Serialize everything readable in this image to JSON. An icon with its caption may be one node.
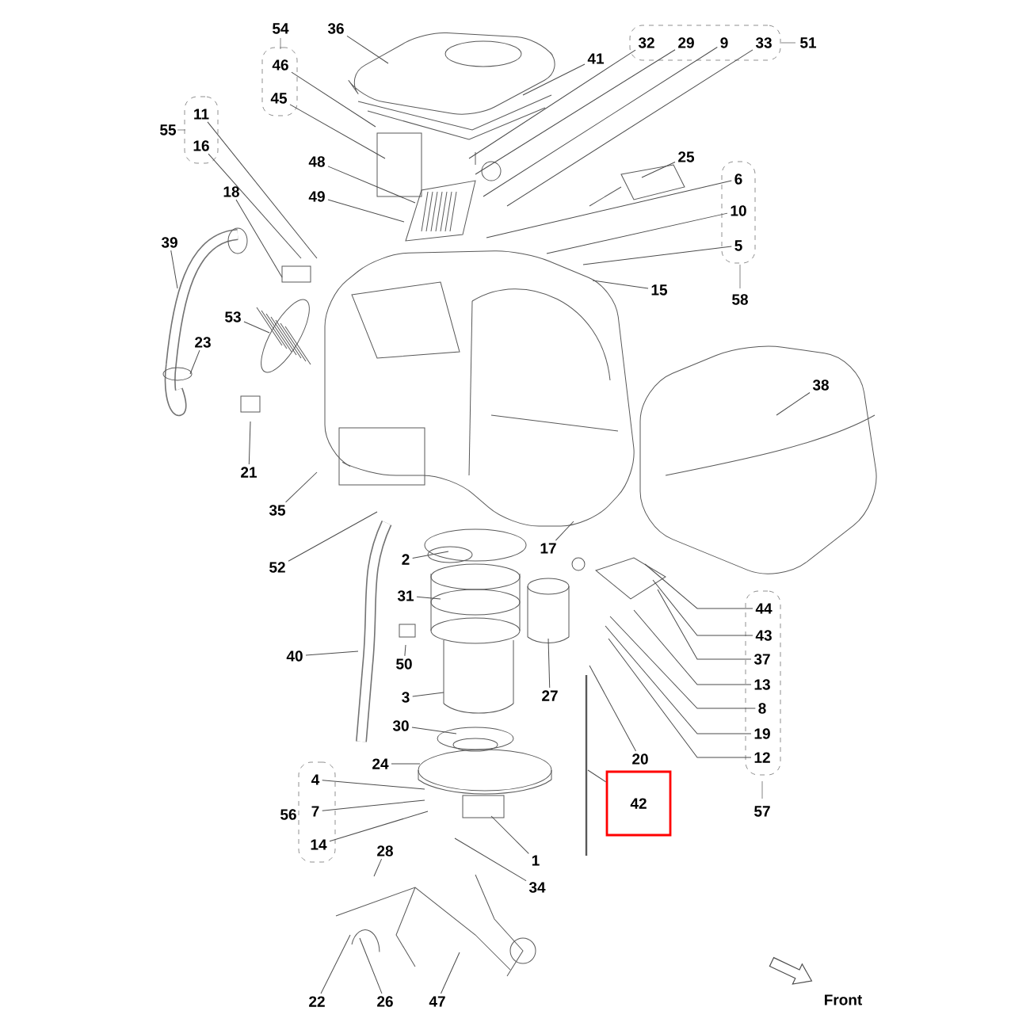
{
  "diagram": {
    "nodes": [
      {
        "text": [
          "54"
        ]
      },
      {
        "text": [
          "46"
        ],
        "in": 0
      },
      {
        "text": [
          "45"
        ],
        "in": 0
      },
      {
        "text": [
          "36"
        ]
      },
      {
        "text": [
          "51"
        ]
      },
      {
        "text": [
          "32"
        ],
        "in": 4
      },
      {
        "text": [
          "29"
        ],
        "in": 4
      },
      {
        "text": [
          "9"
        ],
        "in": 4
      },
      {
        "text": [
          "33"
        ],
        "in": 4
      },
      {
        "text": [
          "41"
        ]
      },
      {
        "text": [
          "55"
        ]
      },
      {
        "text": [
          "11"
        ],
        "in": 10
      },
      {
        "text": [
          "16"
        ],
        "in": 10
      },
      {
        "text": [
          "48"
        ]
      },
      {
        "text": [
          "25"
        ]
      },
      {
        "text": [
          "58"
        ]
      },
      {
        "text": [
          "6"
        ],
        "in": 15
      },
      {
        "text": [
          "10"
        ],
        "in": 15
      },
      {
        "text": [
          "5"
        ],
        "in": 15
      },
      {
        "text": [
          "49"
        ]
      },
      {
        "text": [
          "18"
        ]
      },
      {
        "text": [
          "39"
        ]
      },
      {
        "text": [
          "15"
        ]
      },
      {
        "text": [
          "53"
        ]
      },
      {
        "text": [
          "23"
        ]
      },
      {
        "text": [
          "38"
        ]
      },
      {
        "text": [
          "21"
        ]
      },
      {
        "text": [
          "35"
        ]
      },
      {
        "text": [
          "2"
        ]
      },
      {
        "text": [
          "17"
        ]
      },
      {
        "text": [
          "52"
        ]
      },
      {
        "text": [
          "31"
        ]
      },
      {
        "text": [
          "57"
        ]
      },
      {
        "text": [
          "44"
        ],
        "in": 32
      },
      {
        "text": [
          "43"
        ],
        "in": 32
      },
      {
        "text": [
          "37"
        ],
        "in": 32
      },
      {
        "text": [
          "13"
        ],
        "in": 32
      },
      {
        "text": [
          "8"
        ],
        "in": 32
      },
      {
        "text": [
          "19"
        ],
        "in": 32
      },
      {
        "text": [
          "12"
        ],
        "in": 32
      },
      {
        "text": [
          "40"
        ]
      },
      {
        "text": [
          "50"
        ]
      },
      {
        "text": [
          "3"
        ]
      },
      {
        "text": [
          "27"
        ]
      },
      {
        "text": [
          "30"
        ]
      },
      {
        "text": [
          "24"
        ]
      },
      {
        "text": [
          "20"
        ]
      },
      {
        "text": [
          "42"
        ]
      },
      {
        "text": [
          "56"
        ]
      },
      {
        "text": [
          "4"
        ],
        "in": 48
      },
      {
        "text": [
          "7"
        ],
        "in": 48
      },
      {
        "text": [
          "14"
        ],
        "in": 48
      },
      {
        "text": [
          "1"
        ]
      },
      {
        "text": [
          "28"
        ]
      },
      {
        "text": [
          "34"
        ]
      },
      {
        "text": [
          "22"
        ]
      },
      {
        "text": [
          "26"
        ]
      },
      {
        "text": [
          "47"
        ]
      }
    ],
    "edges": [
      {
        "from": 1,
        "to": null,
        "arrow": "none"
      },
      {
        "from": 2,
        "to": null,
        "arrow": "none"
      },
      {
        "from": 3,
        "to": null,
        "arrow": "none"
      },
      {
        "from": 5,
        "to": null,
        "arrow": "none"
      },
      {
        "from": 6,
        "to": null,
        "arrow": "none"
      },
      {
        "from": 7,
        "to": null,
        "arrow": "none"
      },
      {
        "from": 8,
        "to": null,
        "arrow": "none"
      },
      {
        "from": 9,
        "to": null,
        "arrow": "none"
      },
      {
        "from": 11,
        "to": null,
        "arrow": "none"
      },
      {
        "from": 12,
        "to": null,
        "arrow": "none"
      },
      {
        "from": 13,
        "to": null,
        "arrow": "none"
      },
      {
        "from": 14,
        "to": null,
        "arrow": "none"
      },
      {
        "from": 16,
        "to": null,
        "arrow": "none"
      },
      {
        "from": 17,
        "to": null,
        "arrow": "none"
      },
      {
        "from": 18,
        "to": null,
        "arrow": "none"
      },
      {
        "from": 19,
        "to": null,
        "arrow": "none"
      },
      {
        "from": 20,
        "to": null,
        "arrow": "none"
      },
      {
        "from": 21,
        "to": null,
        "arrow": "none"
      },
      {
        "from": 22,
        "to": null,
        "arrow": "none"
      },
      {
        "from": 23,
        "to": null,
        "arrow": "none"
      },
      {
        "from": 24,
        "to": null,
        "arrow": "none"
      },
      {
        "from": 25,
        "to": null,
        "arrow": "none"
      },
      {
        "from": 26,
        "to": null,
        "arrow": "none"
      },
      {
        "from": 27,
        "to": null,
        "arrow": "none"
      },
      {
        "from": 28,
        "to": null,
        "arrow": "none"
      },
      {
        "from": 29,
        "to": null,
        "arrow": "none"
      },
      {
        "from": 30,
        "to": null,
        "arrow": "none"
      },
      {
        "from": 31,
        "to": null,
        "arrow": "none"
      },
      {
        "from": 33,
        "to": null,
        "arrow": "none"
      },
      {
        "from": 34,
        "to": null,
        "arrow": "none"
      },
      {
        "from": 35,
        "to": null,
        "arrow": "none"
      },
      {
        "from": 36,
        "to": null,
        "arrow": "none"
      },
      {
        "from": 37,
        "to": null,
        "arrow": "none"
      },
      {
        "from": 38,
        "to": null,
        "arrow": "none"
      },
      {
        "from": 39,
        "to": null,
        "arrow": "none"
      },
      {
        "from": 40,
        "to": null,
        "arrow": "none"
      },
      {
        "from": 41,
        "to": null,
        "arrow": "none"
      },
      {
        "from": 42,
        "to": null,
        "arrow": "none"
      },
      {
        "from": 43,
        "to": null,
        "arrow": "none"
      },
      {
        "from": 44,
        "to": null,
        "arrow": "none"
      },
      {
        "from": 45,
        "to": null,
        "arrow": "none"
      },
      {
        "from": 46,
        "to": null,
        "arrow": "none"
      },
      {
        "from": 47,
        "to": null,
        "arrow": "none"
      },
      {
        "from": 49,
        "to": null,
        "arrow": "none"
      },
      {
        "from": 50,
        "to": null,
        "arrow": "none"
      },
      {
        "from": 51,
        "to": null,
        "arrow": "none"
      },
      {
        "from": 52,
        "to": null,
        "arrow": "none"
      },
      {
        "from": 53,
        "to": null,
        "arrow": "none"
      },
      {
        "from": 54,
        "to": null,
        "arrow": "none"
      },
      {
        "from": 55,
        "to": null,
        "arrow": "none"
      },
      {
        "from": 56,
        "to": null,
        "arrow": "none"
      },
      {
        "from": 57,
        "to": null,
        "arrow": "none"
      }
    ],
    "labels": [
      "Front"
    ]
  }
}
